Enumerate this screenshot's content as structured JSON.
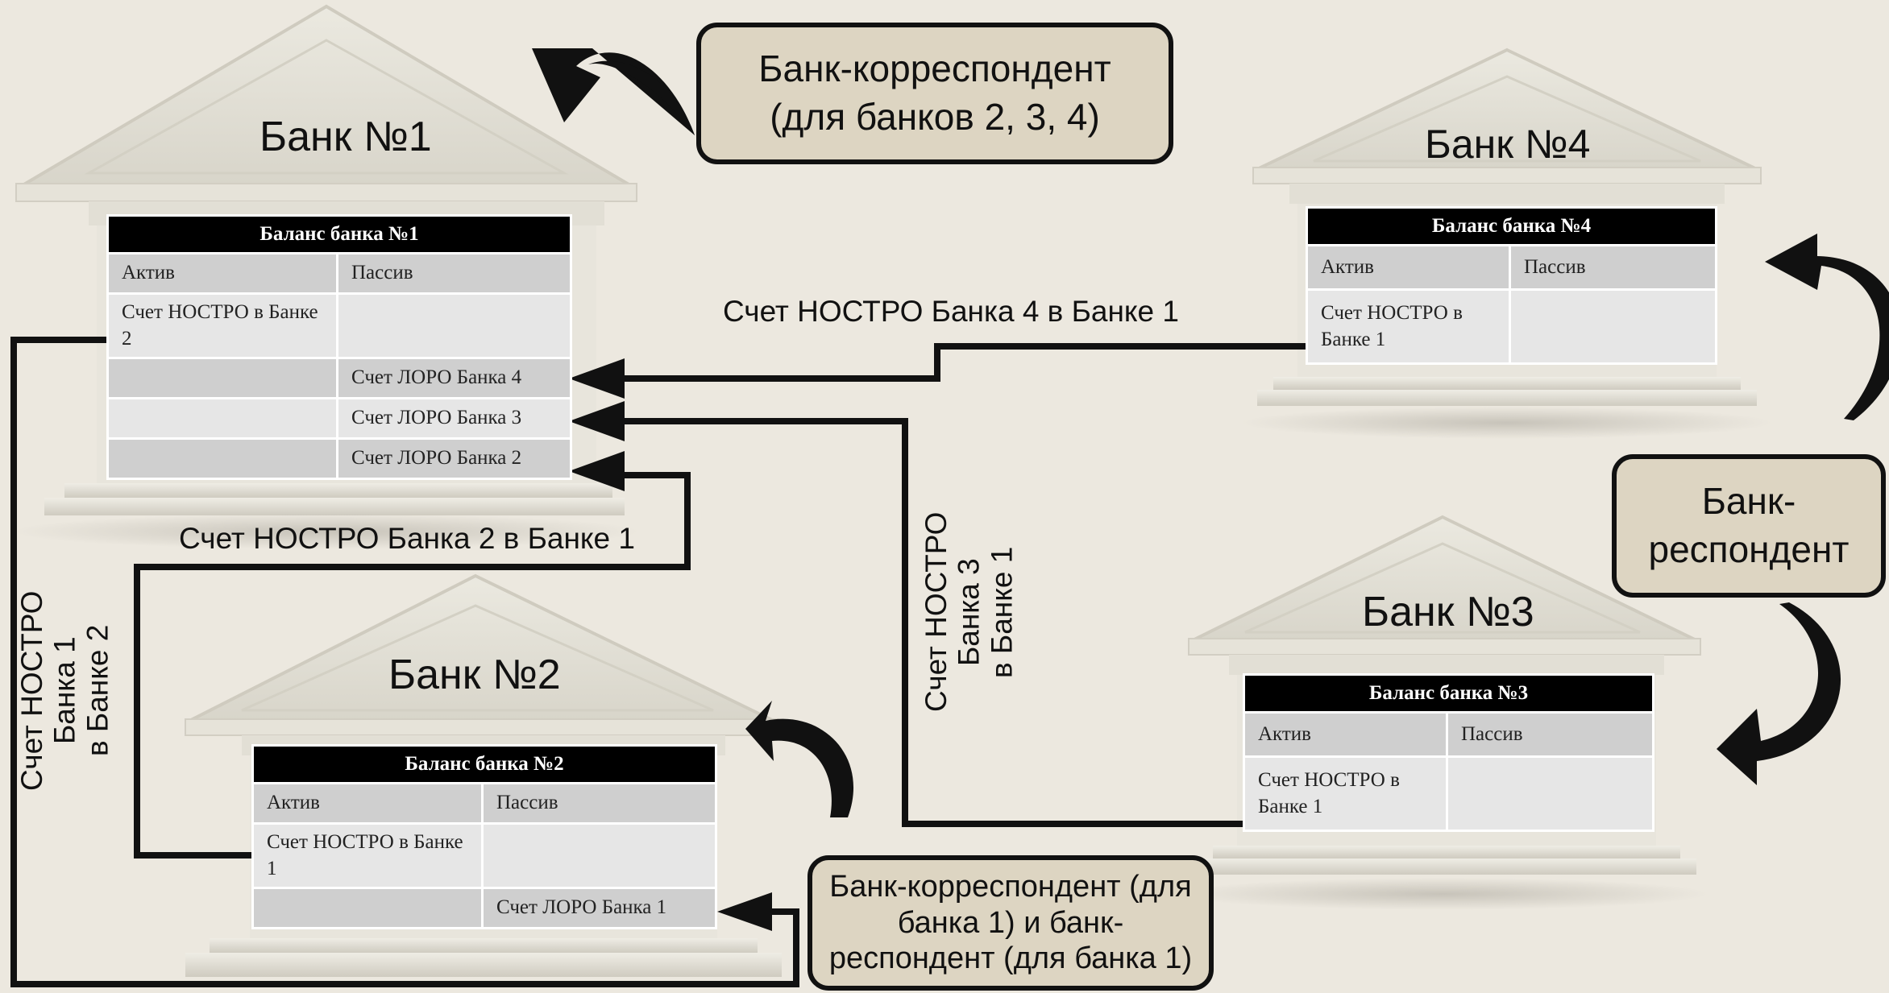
{
  "banks": {
    "bank1": {
      "title": "Банк №1",
      "balance": {
        "header": "Баланс банка №1",
        "columns": [
          "Актив",
          "Пассив"
        ],
        "rows": [
          [
            "Счет НОСТРО в Банке 2",
            ""
          ],
          [
            "",
            "Счет ЛОРО Банка 4"
          ],
          [
            "",
            "Счет ЛОРО Банка 3"
          ],
          [
            "",
            "Счет ЛОРО Банка 2"
          ]
        ]
      }
    },
    "bank2": {
      "title": "Банк №2",
      "balance": {
        "header": "Баланс банка №2",
        "columns": [
          "Актив",
          "Пассив"
        ],
        "rows": [
          [
            "Счет НОСТРО в Банке 1",
            ""
          ],
          [
            "",
            "Счет ЛОРО Банка 1"
          ]
        ]
      }
    },
    "bank3": {
      "title": "Банк №3",
      "balance": {
        "header": "Баланс банка №3",
        "columns": [
          "Актив",
          "Пассив"
        ],
        "rows": [
          [
            "Счет НОСТРО в Банке 1",
            ""
          ]
        ]
      }
    },
    "bank4": {
      "title": "Банк №4",
      "balance": {
        "header": "Баланс банка №4",
        "columns": [
          "Актив",
          "Пассив"
        ],
        "rows": [
          [
            "Счет НОСТРО в Банке 1",
            ""
          ]
        ]
      }
    }
  },
  "callouts": {
    "correspondent": [
      "Банк-корреспондент",
      "(для банков 2, 3, 4)"
    ],
    "respondent": [
      "Банк-",
      "респондент"
    ],
    "both": [
      "Банк-корреспондент (для",
      "банка 1) и банк-",
      "респондент (для банка 1)"
    ]
  },
  "connector_labels": {
    "nostro_bank4": "Счет НОСТРО Банка 4 в Банке 1",
    "nostro_bank2": "Счет НОСТРО Банка 2 в Банке 1",
    "nostro_bank3": [
      "Счет НОСТРО",
      "Банка 3",
      "в Банке 1"
    ],
    "nostro_bank1": [
      "Счет НОСТРО",
      "Банка 1",
      "в Банке 2"
    ]
  },
  "colors": {
    "background": "#ece8df",
    "building": "#e4e1d6",
    "building_shade": "#cfcbbf",
    "callout_fill": "#ddd5c2",
    "line": "#111111"
  }
}
